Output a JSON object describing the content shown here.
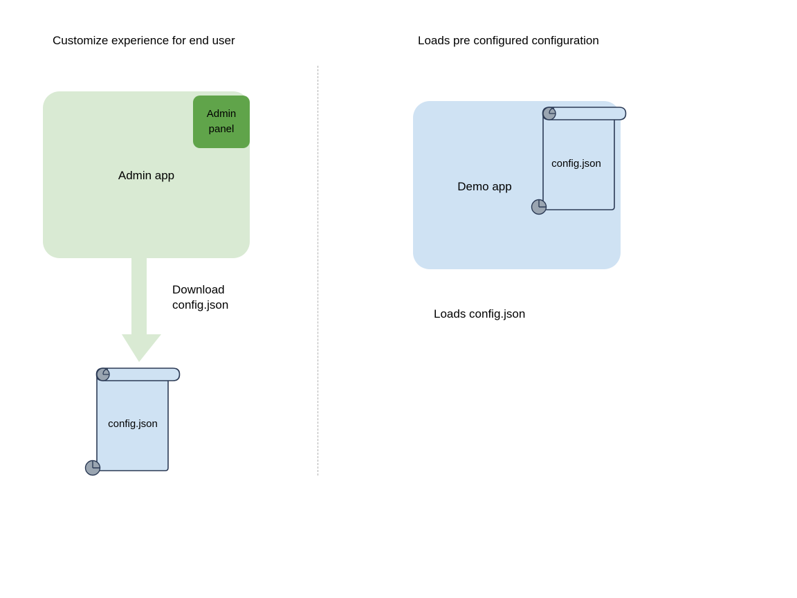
{
  "diagram": {
    "title_left": "Customize experience for end user",
    "title_right": "Loads pre configured configuration",
    "admin_app": {
      "label": "Admin app",
      "panel_label": "Admin\npanel",
      "panel_label_line1": "Admin",
      "panel_label_line2": "panel",
      "fill": "#d9ead3",
      "panel_fill": "#60a44a"
    },
    "demo_app": {
      "label": "Demo app",
      "fill": "#cfe2f3"
    },
    "arrow": {
      "label_line1": "Download",
      "label_line2": "config.json",
      "fill": "#d9ead3",
      "direction": "down"
    },
    "documents": [
      {
        "name": "config.json",
        "fill": "#cfe2f3",
        "stroke": "#2b3a55",
        "curl_fill": "#9aa5b1"
      },
      {
        "name": "config.json",
        "fill": "#cfe2f3",
        "stroke": "#2b3a55",
        "curl_fill": "#9aa5b1"
      }
    ],
    "caption_right": "Loads config.json",
    "divider": {
      "style": "dashed",
      "color": "#b0b0b0"
    },
    "background": "#ffffff"
  }
}
